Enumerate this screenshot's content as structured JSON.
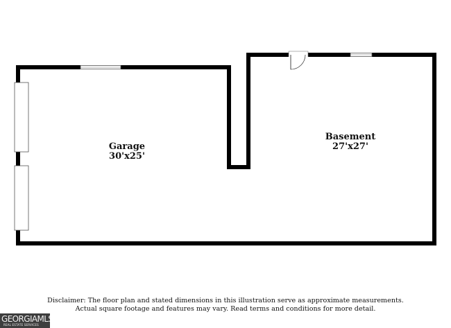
{
  "rooms": [
    {
      "name": "Garage",
      "dimensions": "30'x25'"
    },
    {
      "name": "Basement",
      "dimensions": "27'x27'"
    }
  ],
  "disclaimer": {
    "line1": "Disclaimer: The floor plan and stated dimensions in this illustration serve as approximate measurements.",
    "line2": "Actual square footage and features may vary. Read terms and conditions for more detail."
  },
  "logo": {
    "word": "GEORGIAMLS",
    "sub": "REAL ESTATE SERVICES"
  },
  "colors": {
    "wall": "#000000",
    "background": "#ffffff",
    "logo_bg": "#3e3e3e"
  }
}
